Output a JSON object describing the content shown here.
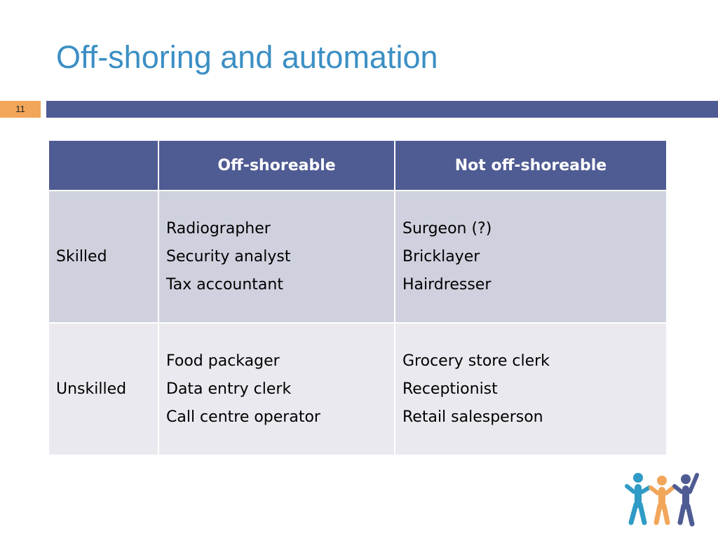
{
  "slide": {
    "title": "Off-shoring and automation",
    "page_number": "11"
  },
  "table": {
    "headers": [
      "",
      "Off-shoreable",
      "Not off-shoreable"
    ],
    "rows": [
      {
        "label": "Skilled",
        "offshoreable": [
          "Radiographer",
          "Security analyst",
          "Tax accountant"
        ],
        "not_offshoreable": [
          "Surgeon (?)",
          "Bricklayer",
          "Hairdresser"
        ]
      },
      {
        "label": "Unskilled",
        "offshoreable": [
          "Food packager",
          "Data entry clerk",
          "Call centre operator"
        ],
        "not_offshoreable": [
          "Grocery store clerk",
          "Receptionist",
          "Retail salesperson"
        ]
      }
    ]
  },
  "colors": {
    "title": "#3b8fc4",
    "bar": "#4f5b93",
    "page_badge": "#f2a65a",
    "row_dark": "#cfd2de",
    "row_light": "#e9e9ef",
    "figure_blue": "#2f9bc6",
    "figure_orange": "#f2a65a",
    "figure_navy": "#4f5b93"
  },
  "logo": {
    "icon": "people-group-icon"
  }
}
